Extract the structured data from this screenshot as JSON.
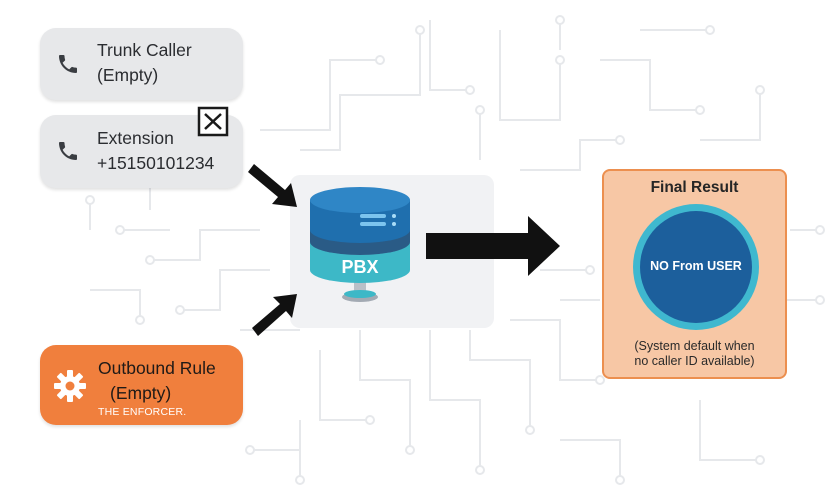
{
  "inputs": {
    "trunk_caller": {
      "label": "Trunk Caller",
      "value": "(Empty)"
    },
    "extension": {
      "label": "Extension",
      "value": "+15150101234"
    },
    "outbound_rule": {
      "label": "Outbound Rule",
      "value": "(Empty)",
      "tag": "THE ENFORCER."
    }
  },
  "pbx": {
    "label": "PBX"
  },
  "final_result": {
    "title": "Final Result",
    "circle_text": "NO From USER",
    "note_line1": "(System default when",
    "note_line2": "no caller ID available)"
  },
  "colors": {
    "orange": "#f07f3d",
    "server_top": "#1f6fae",
    "server_bottom": "#3db8c7",
    "result_bg": "#f7c7a5",
    "result_circle": "#1c5f9c",
    "result_ring": "#3fb8cf",
    "circuit_lines": "#e6e8eb"
  },
  "icons": [
    "phone-icon",
    "phone-icon",
    "close-box-icon",
    "gear-icon",
    "server-icon",
    "arrow-right-icon"
  ]
}
